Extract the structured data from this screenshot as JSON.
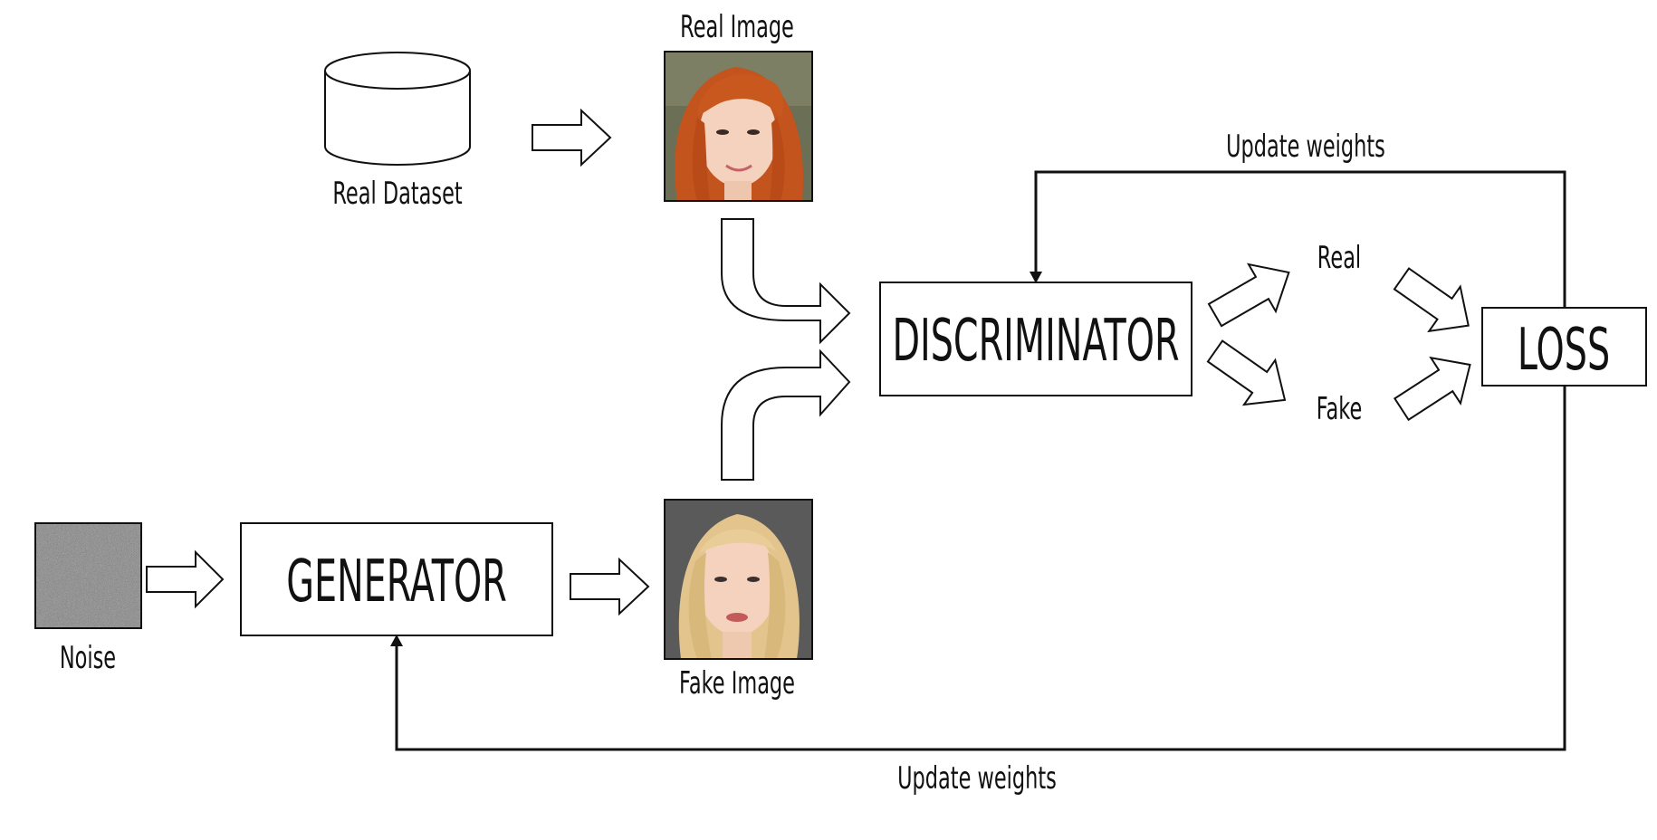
{
  "colors": {
    "stroke": "#111111",
    "background": "#ffffff",
    "noise_base": "#777777",
    "real_hair": "#c4541e",
    "fake_hair": "#e2c48c",
    "skin": "#f4d2bd"
  },
  "nodes": {
    "real_dataset": {
      "label": "Real Dataset",
      "icon": "database-cylinder-icon"
    },
    "real_image": {
      "label": "Real Image",
      "icon": "photo-of-woman-with-red-hair"
    },
    "noise": {
      "label": "Noise",
      "icon": "random-noise-texture"
    },
    "generator": {
      "label": "GENERATOR"
    },
    "fake_image": {
      "label": "Fake Image",
      "icon": "photo-of-woman-with-blonde-hair"
    },
    "discriminator": {
      "label": "DISCRIMINATOR"
    },
    "real_output": {
      "label": "Real"
    },
    "fake_output": {
      "label": "Fake"
    },
    "loss": {
      "label": "LOSS"
    }
  },
  "edges": {
    "update_discriminator": {
      "label": "Update weights"
    },
    "update_generator": {
      "label": "Update weights"
    }
  }
}
